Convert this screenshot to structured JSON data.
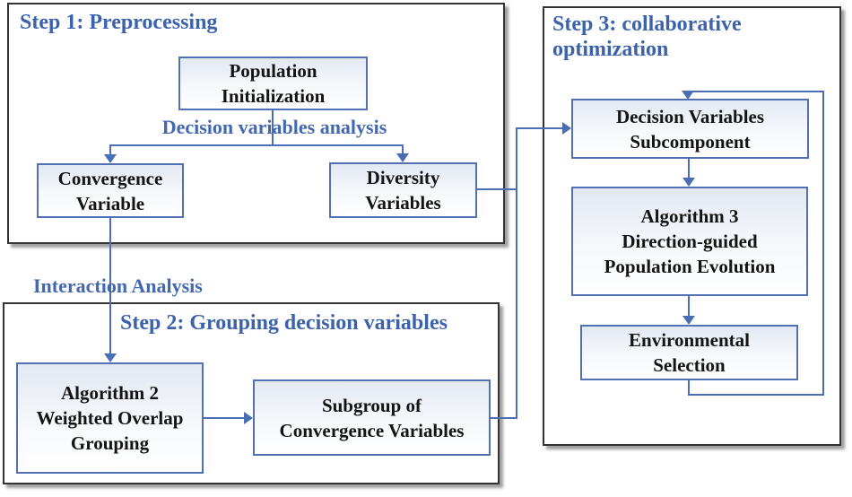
{
  "figure_type": "three-step algorithm flowchart",
  "colors": {
    "title_blue": "#3b62ab",
    "label_blue": "#4468b0",
    "connector_blue": "#4a6db4",
    "node_border_blue": "#5270b4",
    "group_border_dark": "#333333",
    "node_text": "#141414",
    "node_fill_top": "#e3e8f2",
    "node_fill_bottom": "#ffffff"
  },
  "step1": {
    "title": "Step 1: Preprocessing",
    "analysis_label": "Decision variables analysis",
    "nodes": {
      "population_initialization": {
        "line1": "Population",
        "line2": "Initialization"
      },
      "convergence_variable": {
        "line1": "Convergence",
        "line2": "Variable"
      },
      "diversity_variables": {
        "line1": "Diversity",
        "line2": "Variables"
      }
    }
  },
  "interaction_label": "Interaction Analysis",
  "step2": {
    "title": "Step 2: Grouping decision variables",
    "nodes": {
      "weighted_overlap_grouping": {
        "line1": "Algorithm 2",
        "line2": "Weighted Overlap",
        "line3": "Grouping"
      },
      "subgroup_convergence": {
        "line1": "Subgroup of",
        "line2": "Convergence Variables"
      }
    }
  },
  "step3": {
    "title": "Step 3: collaborative optimization",
    "nodes": {
      "decision_variables_subcomponent": {
        "line1": "Decision Variables",
        "line2": "Subcomponent"
      },
      "direction_guided_evolution": {
        "line1": "Algorithm 3",
        "line2": "Direction-guided",
        "line3": "Population Evolution"
      },
      "environmental_selection": {
        "line1": "Environmental",
        "line2": "Selection"
      }
    }
  }
}
